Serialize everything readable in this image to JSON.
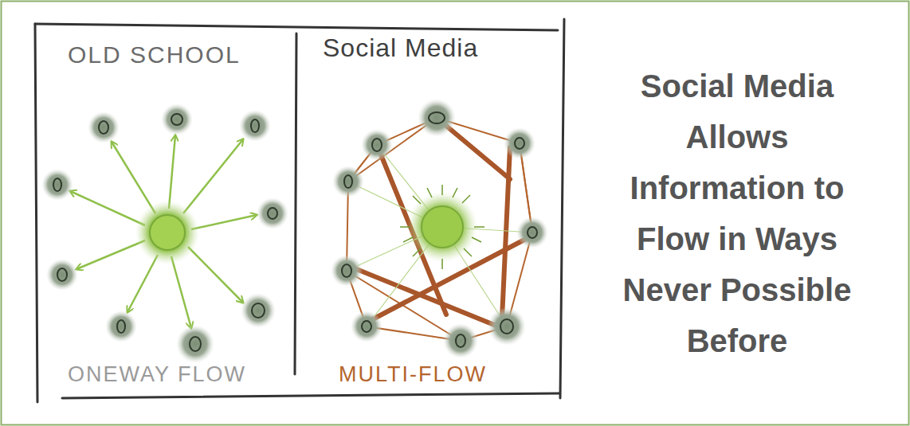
{
  "diagram": {
    "title": "Social Media Allows Information to Flow in Ways Never Possible Before",
    "labels": [
      "OLD SCHOOL",
      "Social Media",
      "ONEWAY FLOW",
      "MULTI-FLOW"
    ]
  }
}
